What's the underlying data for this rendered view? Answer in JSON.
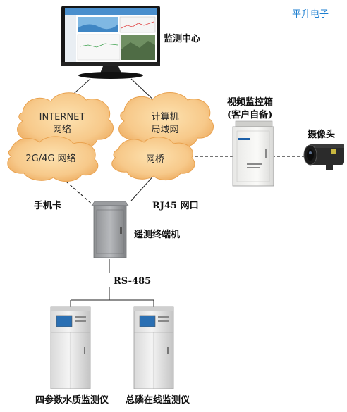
{
  "brand": "平升电子",
  "labels": {
    "monitoring_center": "监测中心",
    "video_box_line1": "视频监控箱",
    "video_box_line2": "(客户自备)",
    "camera": "摄像头",
    "sim_card": "手机卡",
    "rj45": "RJ45 网口",
    "rtu": "遥测终端机",
    "rs485": "RS-485",
    "analyzer_left": "四参数水质监测仪",
    "analyzer_right": "总磷在线监测仪"
  },
  "clouds": {
    "internet_line1": "INTERNET",
    "internet_line2": "网络",
    "mobile": "2G/4G 网络",
    "lan_line1": "计算机",
    "lan_line2": "局域网",
    "bridge": "网桥"
  }
}
